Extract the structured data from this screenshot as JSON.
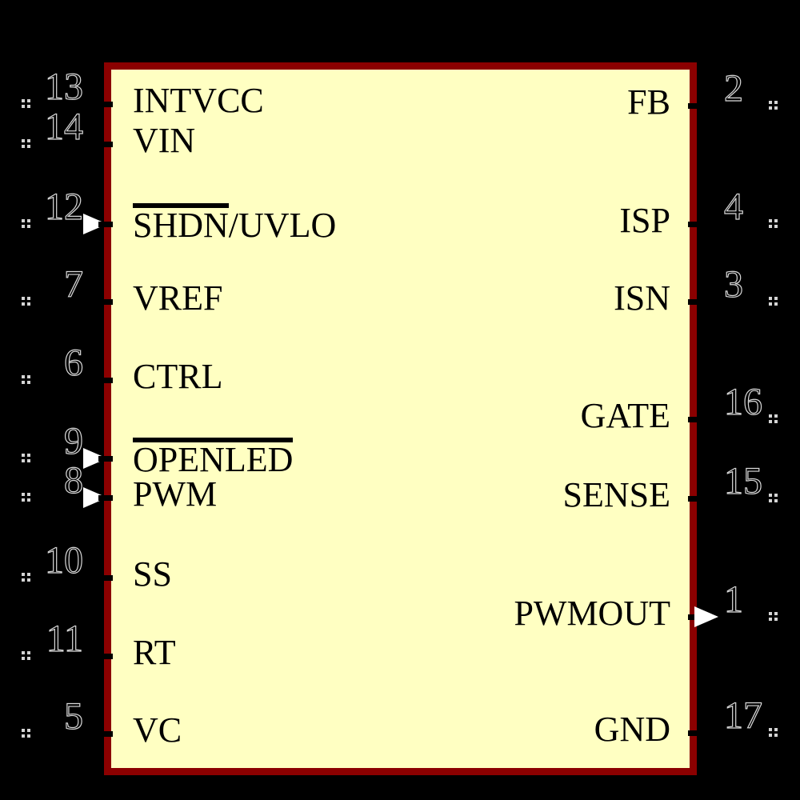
{
  "canvas": {
    "background_color": "#000000"
  },
  "chip": {
    "body_color": "#FFFFC2",
    "border_color": "#8B0000",
    "label_text_color": "#000000",
    "pin_number_outline_color": "#D8D8D8",
    "arrow_color": "#FFFFFF"
  },
  "icons": {
    "pin_endpoint_marker": "four-dot-grid",
    "input_arrow": "right-pointing-triangle",
    "output_arrow": "right-pointing-triangle"
  },
  "pins": {
    "left": [
      {
        "number": "13",
        "name": "INTVCC",
        "name_overlined": "",
        "name_plain": "INTVCC",
        "arrow": "none"
      },
      {
        "number": "14",
        "name": "VIN",
        "name_overlined": "",
        "name_plain": "VIN",
        "arrow": "none"
      },
      {
        "number": "12",
        "name": "SHDN/UVLO",
        "name_overlined": "SHDN",
        "name_plain": "/UVLO",
        "arrow": "in"
      },
      {
        "number": "7",
        "name": "VREF",
        "name_overlined": "",
        "name_plain": "VREF",
        "arrow": "none"
      },
      {
        "number": "6",
        "name": "CTRL",
        "name_overlined": "",
        "name_plain": "CTRL",
        "arrow": "none"
      },
      {
        "number": "9",
        "name": "OPENLED",
        "name_overlined": "OPENLED",
        "name_plain": "",
        "arrow": "in"
      },
      {
        "number": "8",
        "name": "PWM",
        "name_overlined": "",
        "name_plain": "PWM",
        "arrow": "in"
      },
      {
        "number": "10",
        "name": "SS",
        "name_overlined": "",
        "name_plain": "SS",
        "arrow": "none"
      },
      {
        "number": "11",
        "name": "RT",
        "name_overlined": "",
        "name_plain": "RT",
        "arrow": "none"
      },
      {
        "number": "5",
        "name": "VC",
        "name_overlined": "",
        "name_plain": "VC",
        "arrow": "none"
      }
    ],
    "right": [
      {
        "number": "2",
        "name": "FB",
        "name_overlined": "",
        "name_plain": "FB",
        "arrow": "none"
      },
      {
        "number": "4",
        "name": "ISP",
        "name_overlined": "",
        "name_plain": "ISP",
        "arrow": "none"
      },
      {
        "number": "3",
        "name": "ISN",
        "name_overlined": "",
        "name_plain": "ISN",
        "arrow": "none"
      },
      {
        "number": "16",
        "name": "GATE",
        "name_overlined": "",
        "name_plain": "GATE",
        "arrow": "none"
      },
      {
        "number": "15",
        "name": "SENSE",
        "name_overlined": "",
        "name_plain": "SENSE",
        "arrow": "none"
      },
      {
        "number": "1",
        "name": "PWMOUT",
        "name_overlined": "",
        "name_plain": "PWMOUT",
        "arrow": "out"
      },
      {
        "number": "17",
        "name": "GND",
        "name_overlined": "",
        "name_plain": "GND",
        "arrow": "none"
      }
    ]
  }
}
